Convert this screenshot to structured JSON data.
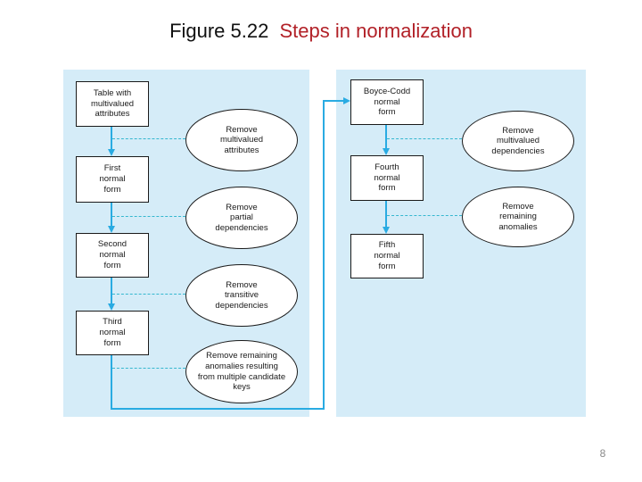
{
  "title": {
    "figure_label": "Figure 5.22",
    "figure_title": "Steps in normalization"
  },
  "page_number": "8",
  "colors": {
    "title_red": "#b22128",
    "panel_bg": "#d5ecf8",
    "arrow": "#29abe2",
    "dash": "#35b7cf",
    "page_gray": "#8a8a8a"
  },
  "diagram": {
    "boxes": [
      {
        "id": "table-multivalued-attributes",
        "label": "Table with\nmultivalued\nattributes"
      },
      {
        "id": "first-normal-form",
        "label": "First\nnormal\nform"
      },
      {
        "id": "second-normal-form",
        "label": "Second\nnormal\nform"
      },
      {
        "id": "third-normal-form",
        "label": "Third\nnormal\nform"
      },
      {
        "id": "boyce-codd-normal-form",
        "label": "Boyce-Codd\nnormal\nform"
      },
      {
        "id": "fourth-normal-form",
        "label": "Fourth\nnormal\nform"
      },
      {
        "id": "fifth-normal-form",
        "label": "Fifth\nnormal\nform"
      }
    ],
    "ellipses": [
      {
        "id": "remove-multivalued-attributes",
        "label": "Remove\nmultivalued\nattributes"
      },
      {
        "id": "remove-partial-dependencies",
        "label": "Remove\npartial\ndependencies"
      },
      {
        "id": "remove-transitive-dependencies",
        "label": "Remove\ntransitive\ndependencies"
      },
      {
        "id": "remove-remaining-anomalies-candidate-keys",
        "label": "Remove remaining\nanomalies resulting\nfrom multiple candidate\nkeys"
      },
      {
        "id": "remove-multivalued-dependencies",
        "label": "Remove\nmultivalued\ndependencies"
      },
      {
        "id": "remove-remaining-anomalies",
        "label": "Remove\nremaining\nanomalies"
      }
    ]
  }
}
